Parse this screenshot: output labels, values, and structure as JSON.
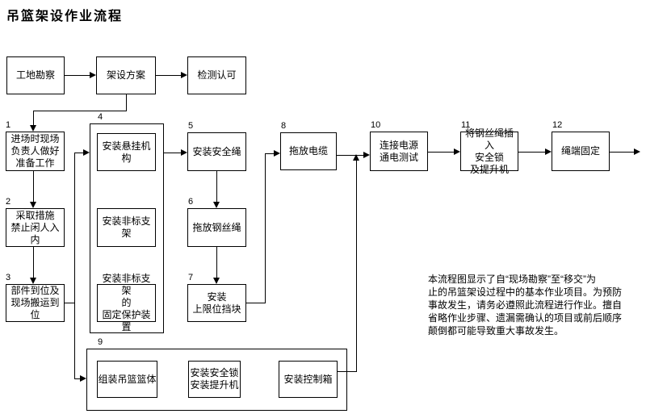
{
  "title": "吊篮架设作业流程",
  "nodes": {
    "survey": {
      "label": "工地勘察"
    },
    "plan": {
      "label": "架设方案"
    },
    "inspect": {
      "label": "检测认可"
    },
    "s1": {
      "num": "1",
      "label": "进场时现场\n负责人做好\n准备工作"
    },
    "s2": {
      "num": "2",
      "label": "采取措施\n禁止闲人入内"
    },
    "s3": {
      "num": "3",
      "label": "部件到位及\n现场搬运到位"
    },
    "g4": {
      "num": "4"
    },
    "g4a": {
      "label": "安装悬挂机构"
    },
    "g4b": {
      "label": "安装非标支架"
    },
    "g4c": {
      "label": "安装非标支架\n的\n固定保护装置"
    },
    "s5": {
      "num": "5",
      "label": "安装安全绳"
    },
    "s6": {
      "num": "6",
      "label": "拖放钢丝绳"
    },
    "s7": {
      "num": "7",
      "label": "安装\n上限位挡块"
    },
    "s8": {
      "num": "8",
      "label": "拖放电缆"
    },
    "g9": {
      "num": "9"
    },
    "g9a": {
      "label": "组装吊篮篮体"
    },
    "g9b": {
      "label": "安装安全锁\n安装提升机"
    },
    "g9c": {
      "label": "安装控制箱"
    },
    "s10": {
      "num": "10",
      "label": "连接电源\n通电测试"
    },
    "s11": {
      "num": "11",
      "label": "将钢丝绳插入\n安全锁\n及提升机"
    },
    "s12": {
      "num": "12",
      "label": "绳端固定"
    }
  },
  "edges": [
    "survey→plan",
    "plan→inspect",
    "plan→s1",
    "s1→s2",
    "s2→s3",
    "s3→g4",
    "s3→g9",
    "g4→s5",
    "s5→s6",
    "s6→s7",
    "s7→s8",
    "s8→s10",
    "g9→s10",
    "s10→s11",
    "s11→s12",
    "s12→out"
  ],
  "note": "本流程图显示了自“现场勘察”至“移交”为\n止的吊篮架设过程中的基本作业项目。为预防\n事故发生，请务必遵照此流程进行作业。擅自\n省略作业步骤、遗漏需确认的项目或前后顺序\n颠倒都可能导致重大事故发生。"
}
